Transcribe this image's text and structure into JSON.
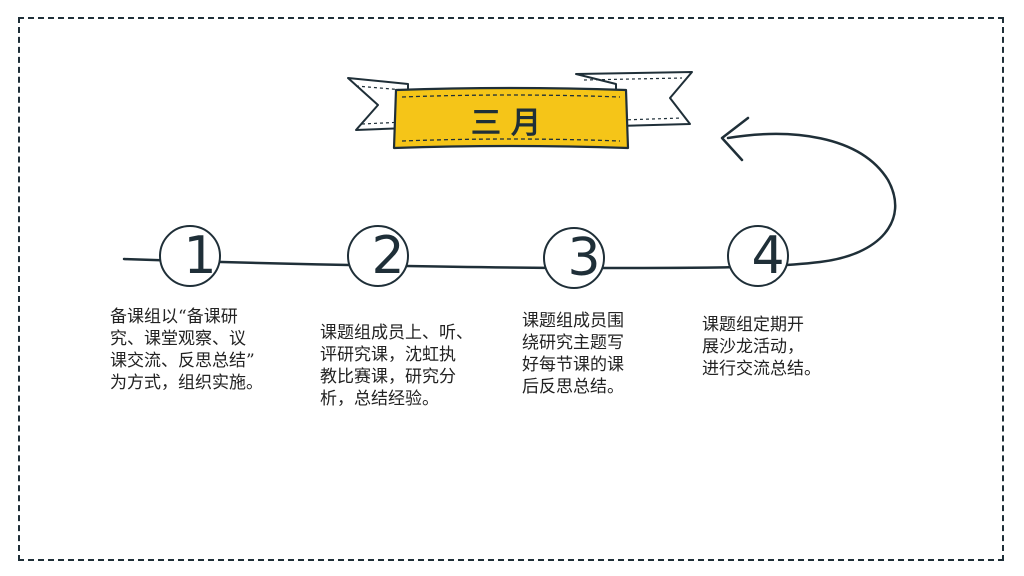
{
  "banner": {
    "title": "三月",
    "fill_color": "#f5c518",
    "stroke_color": "#1f2f38"
  },
  "arrow": {
    "icon": "curved-return-arrow-icon"
  },
  "steps": [
    {
      "number": "1",
      "text": "备课组以“备课研\n究、课堂观察、议\n课交流、反思总结”\n为方式，组织实施。"
    },
    {
      "number": "2",
      "text": "课题组成员上、听、\n评研究课，沈虹执\n教比赛课，研究分\n析，总结经验。"
    },
    {
      "number": "3",
      "text": "课题组成员围\n绕研究主题写\n好每节课的课\n后反思总结。"
    },
    {
      "number": "4",
      "text": "课题组定期开\n展沙龙活动，\n进行交流总结。"
    }
  ]
}
